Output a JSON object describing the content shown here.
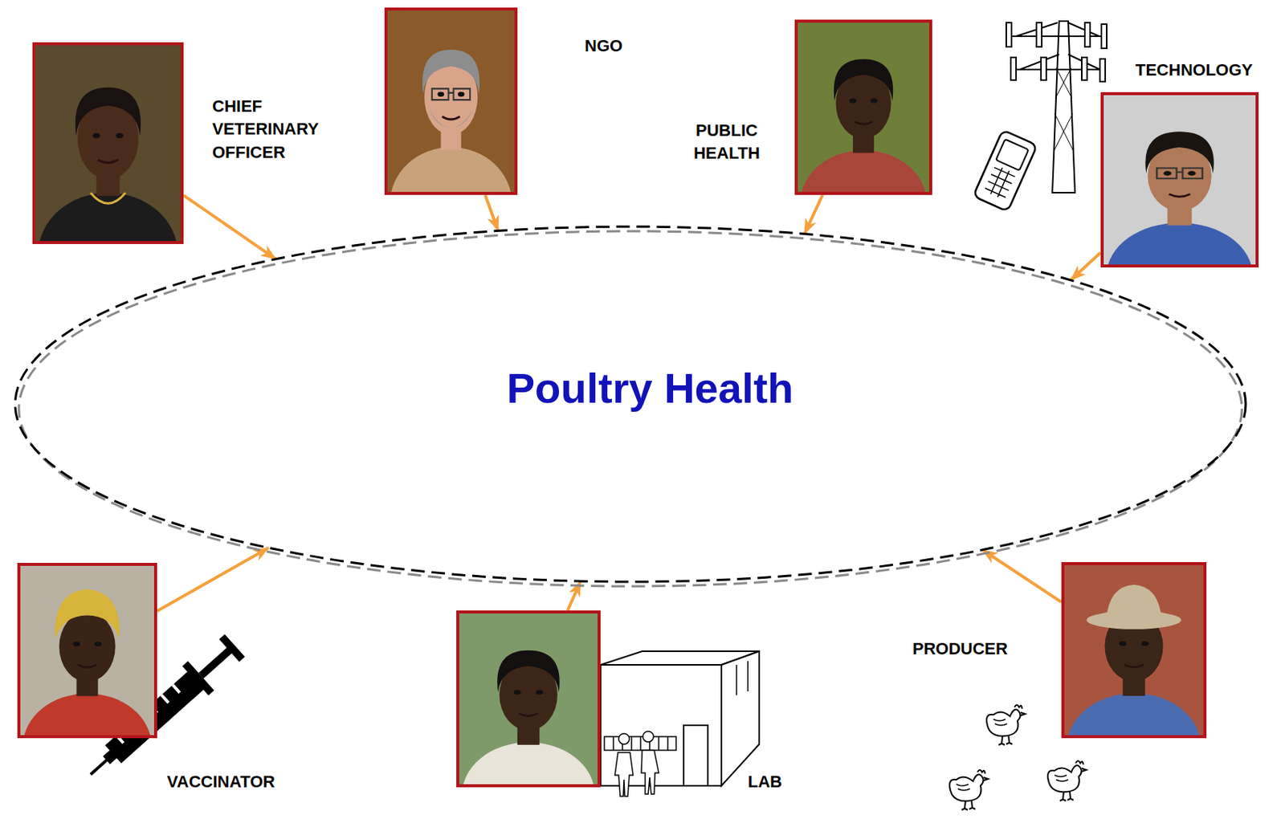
{
  "diagram": {
    "nodes": [
      {
        "text": [
          "CHIEF VETERINARY OFFICER"
        ]
      },
      {
        "text": [
          "NGO"
        ]
      },
      {
        "text": [
          "PUBLIC HEALTH"
        ]
      },
      {
        "text": [
          "TECHNOLOGY"
        ]
      },
      {
        "text": [
          "Poultry Health"
        ]
      },
      {
        "text": [
          "VACCINATOR"
        ]
      },
      {
        "text": [
          "LAB"
        ]
      },
      {
        "text": [
          "PRODUCER"
        ]
      }
    ],
    "edges": [
      {
        "from": 0,
        "to": 4,
        "arrow": "to"
      },
      {
        "from": 1,
        "to": 4,
        "arrow": "to"
      },
      {
        "from": 2,
        "to": 4,
        "arrow": "to"
      },
      {
        "from": 3,
        "to": 4,
        "arrow": "to"
      },
      {
        "from": 5,
        "to": 4,
        "arrow": "to"
      },
      {
        "from": 6,
        "to": 4,
        "arrow": "to"
      },
      {
        "from": 7,
        "to": 4,
        "arrow": "to"
      }
    ]
  }
}
